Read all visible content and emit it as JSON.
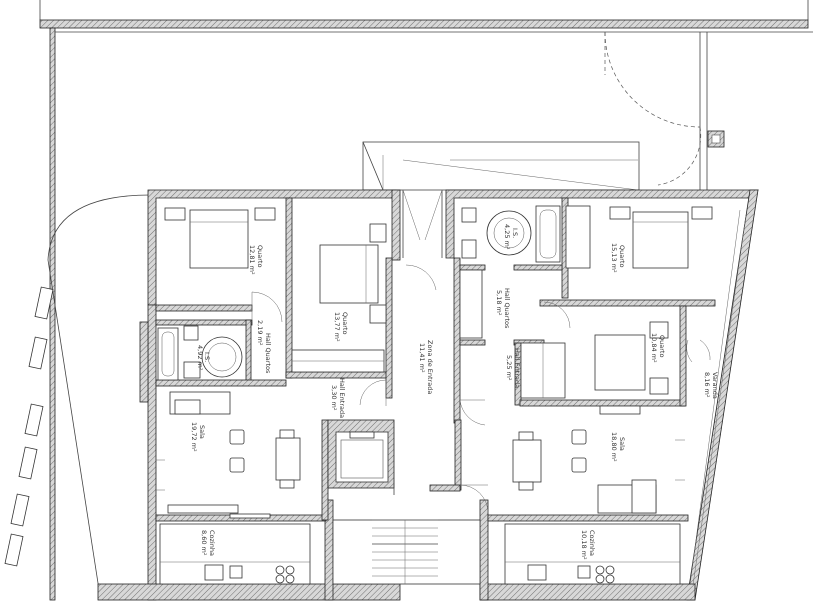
{
  "floor_plan": {
    "rooms": [
      {
        "id": "quarto-a",
        "name": "Quarto",
        "area": "12,81 m²"
      },
      {
        "id": "quarto-b",
        "name": "Quarto",
        "area": "13,77 m²"
      },
      {
        "id": "is-a",
        "name": "I.S.",
        "area": "4,92 m²"
      },
      {
        "id": "hall-quartos-a",
        "name": "Hall Quartos",
        "area": "2,19 m²"
      },
      {
        "id": "hall-entrada-a",
        "name": "Hall Entrada",
        "area": "3,30 m²"
      },
      {
        "id": "sala-a",
        "name": "Sala",
        "area": "19,72 m²"
      },
      {
        "id": "cozinha-a",
        "name": "Cozinha",
        "area": "8,60 m²"
      },
      {
        "id": "zona-entrada",
        "name": "Zona de Entrada",
        "area": "11,41 m²"
      },
      {
        "id": "is-b",
        "name": "I.S.",
        "area": "4,25 m²"
      },
      {
        "id": "quarto-c",
        "name": "Quarto",
        "area": "15,13 m²"
      },
      {
        "id": "hall-quartos-b",
        "name": "Hall Quartos",
        "area": "5,18 m²"
      },
      {
        "id": "quarto-d",
        "name": "Quarto",
        "area": "10,84 m²"
      },
      {
        "id": "hall-entrada-b",
        "name": "Hall Entrada",
        "area": "5,25 m²"
      },
      {
        "id": "varanda",
        "name": "Varanda",
        "area": "8,16 m²"
      },
      {
        "id": "sala-b",
        "name": "Sala",
        "area": "18,80 m²"
      },
      {
        "id": "cozinha-b",
        "name": "Cozinha",
        "area": "10,18 m²"
      }
    ]
  }
}
